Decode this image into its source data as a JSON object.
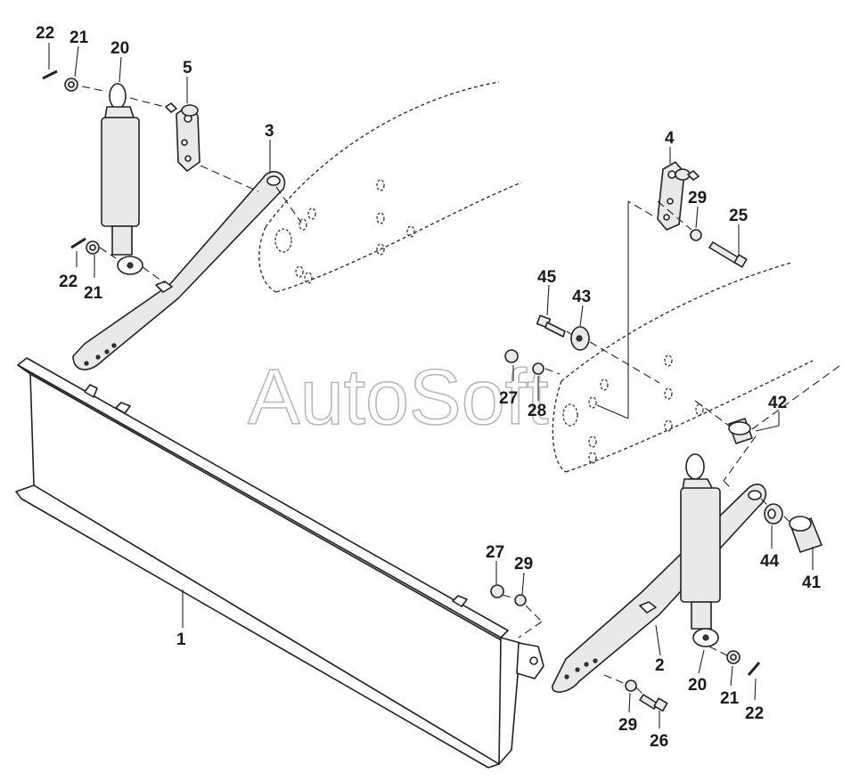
{
  "watermark": "AutoSoft",
  "callouts": [
    {
      "id": "c22a",
      "text": "22"
    },
    {
      "id": "c21a",
      "text": "21"
    },
    {
      "id": "c20a",
      "text": "20"
    },
    {
      "id": "c5",
      "text": "5"
    },
    {
      "id": "c3",
      "text": "3"
    },
    {
      "id": "c22b",
      "text": "22"
    },
    {
      "id": "c21b",
      "text": "21"
    },
    {
      "id": "c4",
      "text": "4"
    },
    {
      "id": "c29a",
      "text": "29"
    },
    {
      "id": "c25",
      "text": "25"
    },
    {
      "id": "c45",
      "text": "45"
    },
    {
      "id": "c43",
      "text": "43"
    },
    {
      "id": "c27a",
      "text": "27"
    },
    {
      "id": "c28",
      "text": "28"
    },
    {
      "id": "c42",
      "text": "42"
    },
    {
      "id": "c44",
      "text": "44"
    },
    {
      "id": "c41",
      "text": "41"
    },
    {
      "id": "c27b",
      "text": "27"
    },
    {
      "id": "c29b",
      "text": "29"
    },
    {
      "id": "c1",
      "text": "1"
    },
    {
      "id": "c2",
      "text": "2"
    },
    {
      "id": "c20b",
      "text": "20"
    },
    {
      "id": "c21c",
      "text": "21"
    },
    {
      "id": "c22c",
      "text": "22"
    },
    {
      "id": "c29c",
      "text": "29"
    },
    {
      "id": "c26",
      "text": "26"
    }
  ]
}
